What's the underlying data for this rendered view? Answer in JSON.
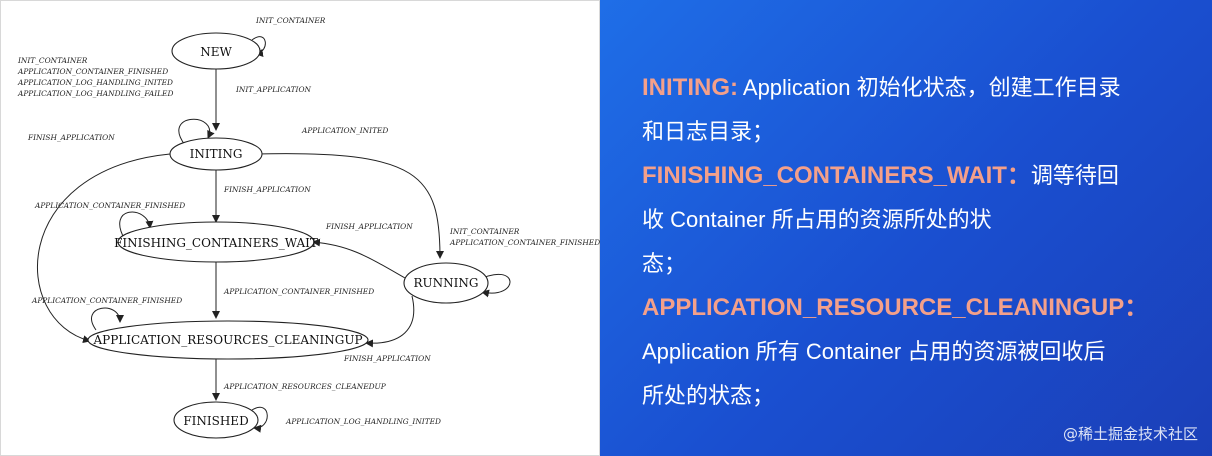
{
  "diagram": {
    "states": {
      "new": "NEW",
      "initing": "INITING",
      "finishing": "FINISHING_CONTAINERS_WAIT",
      "running": "RUNNING",
      "cleaning": "APPLICATION_RESOURCES_CLEANINGUP",
      "finished": "FINISHED"
    },
    "labels": {
      "new_self": "INIT_CONTAINER",
      "new_multi": [
        "INIT_CONTAINER",
        "APPLICATION_CONTAINER_FINISHED",
        "APPLICATION_LOG_HANDLING_INITED",
        "APPLICATION_LOG_HANDLING_FAILED"
      ],
      "new_to_initing": "INIT_APPLICATION",
      "initing_finish_app": "FINISH_APPLICATION",
      "initing_inited": "APPLICATION_INITED",
      "initing_to_finishing": "FINISH_APPLICATION",
      "finishing_self": "APPLICATION_CONTAINER_FINISHED",
      "running_to_finishing": "FINISH_APPLICATION",
      "running_self_1": "INIT_CONTAINER",
      "running_self_2": "APPLICATION_CONTAINER_FINISHED",
      "finishing_to_cleaning": "APPLICATION_CONTAINER_FINISHED",
      "cleaning_self": "APPLICATION_CONTAINER_FINISHED",
      "running_to_cleaning": "FINISH_APPLICATION",
      "cleaning_to_finished": "APPLICATION_RESOURCES_CLEANEDUP",
      "finished_self": "APPLICATION_LOG_HANDLING_INITED"
    }
  },
  "panel": {
    "item1_key": "INITING:",
    "item1_text": " Application 初始化状态，创建工作目录",
    "item1_text2": "和日志目录；",
    "item2_key": "FINISHING_CONTAINERS_WAIT",
    "item2_colon": "：",
    "item2_text": "调等待回",
    "item2_text2": "收 Container 所占用的资源所处的状",
    "item2_text3": "态；",
    "item3_key": "APPLICATION_RESOURCE_CLEANINGUP：",
    "item3_text": "Application 所有 Container 占用的资源被回收后",
    "item3_text2": "所处的状态；"
  },
  "watermark": "@稀土掘金技术社区"
}
